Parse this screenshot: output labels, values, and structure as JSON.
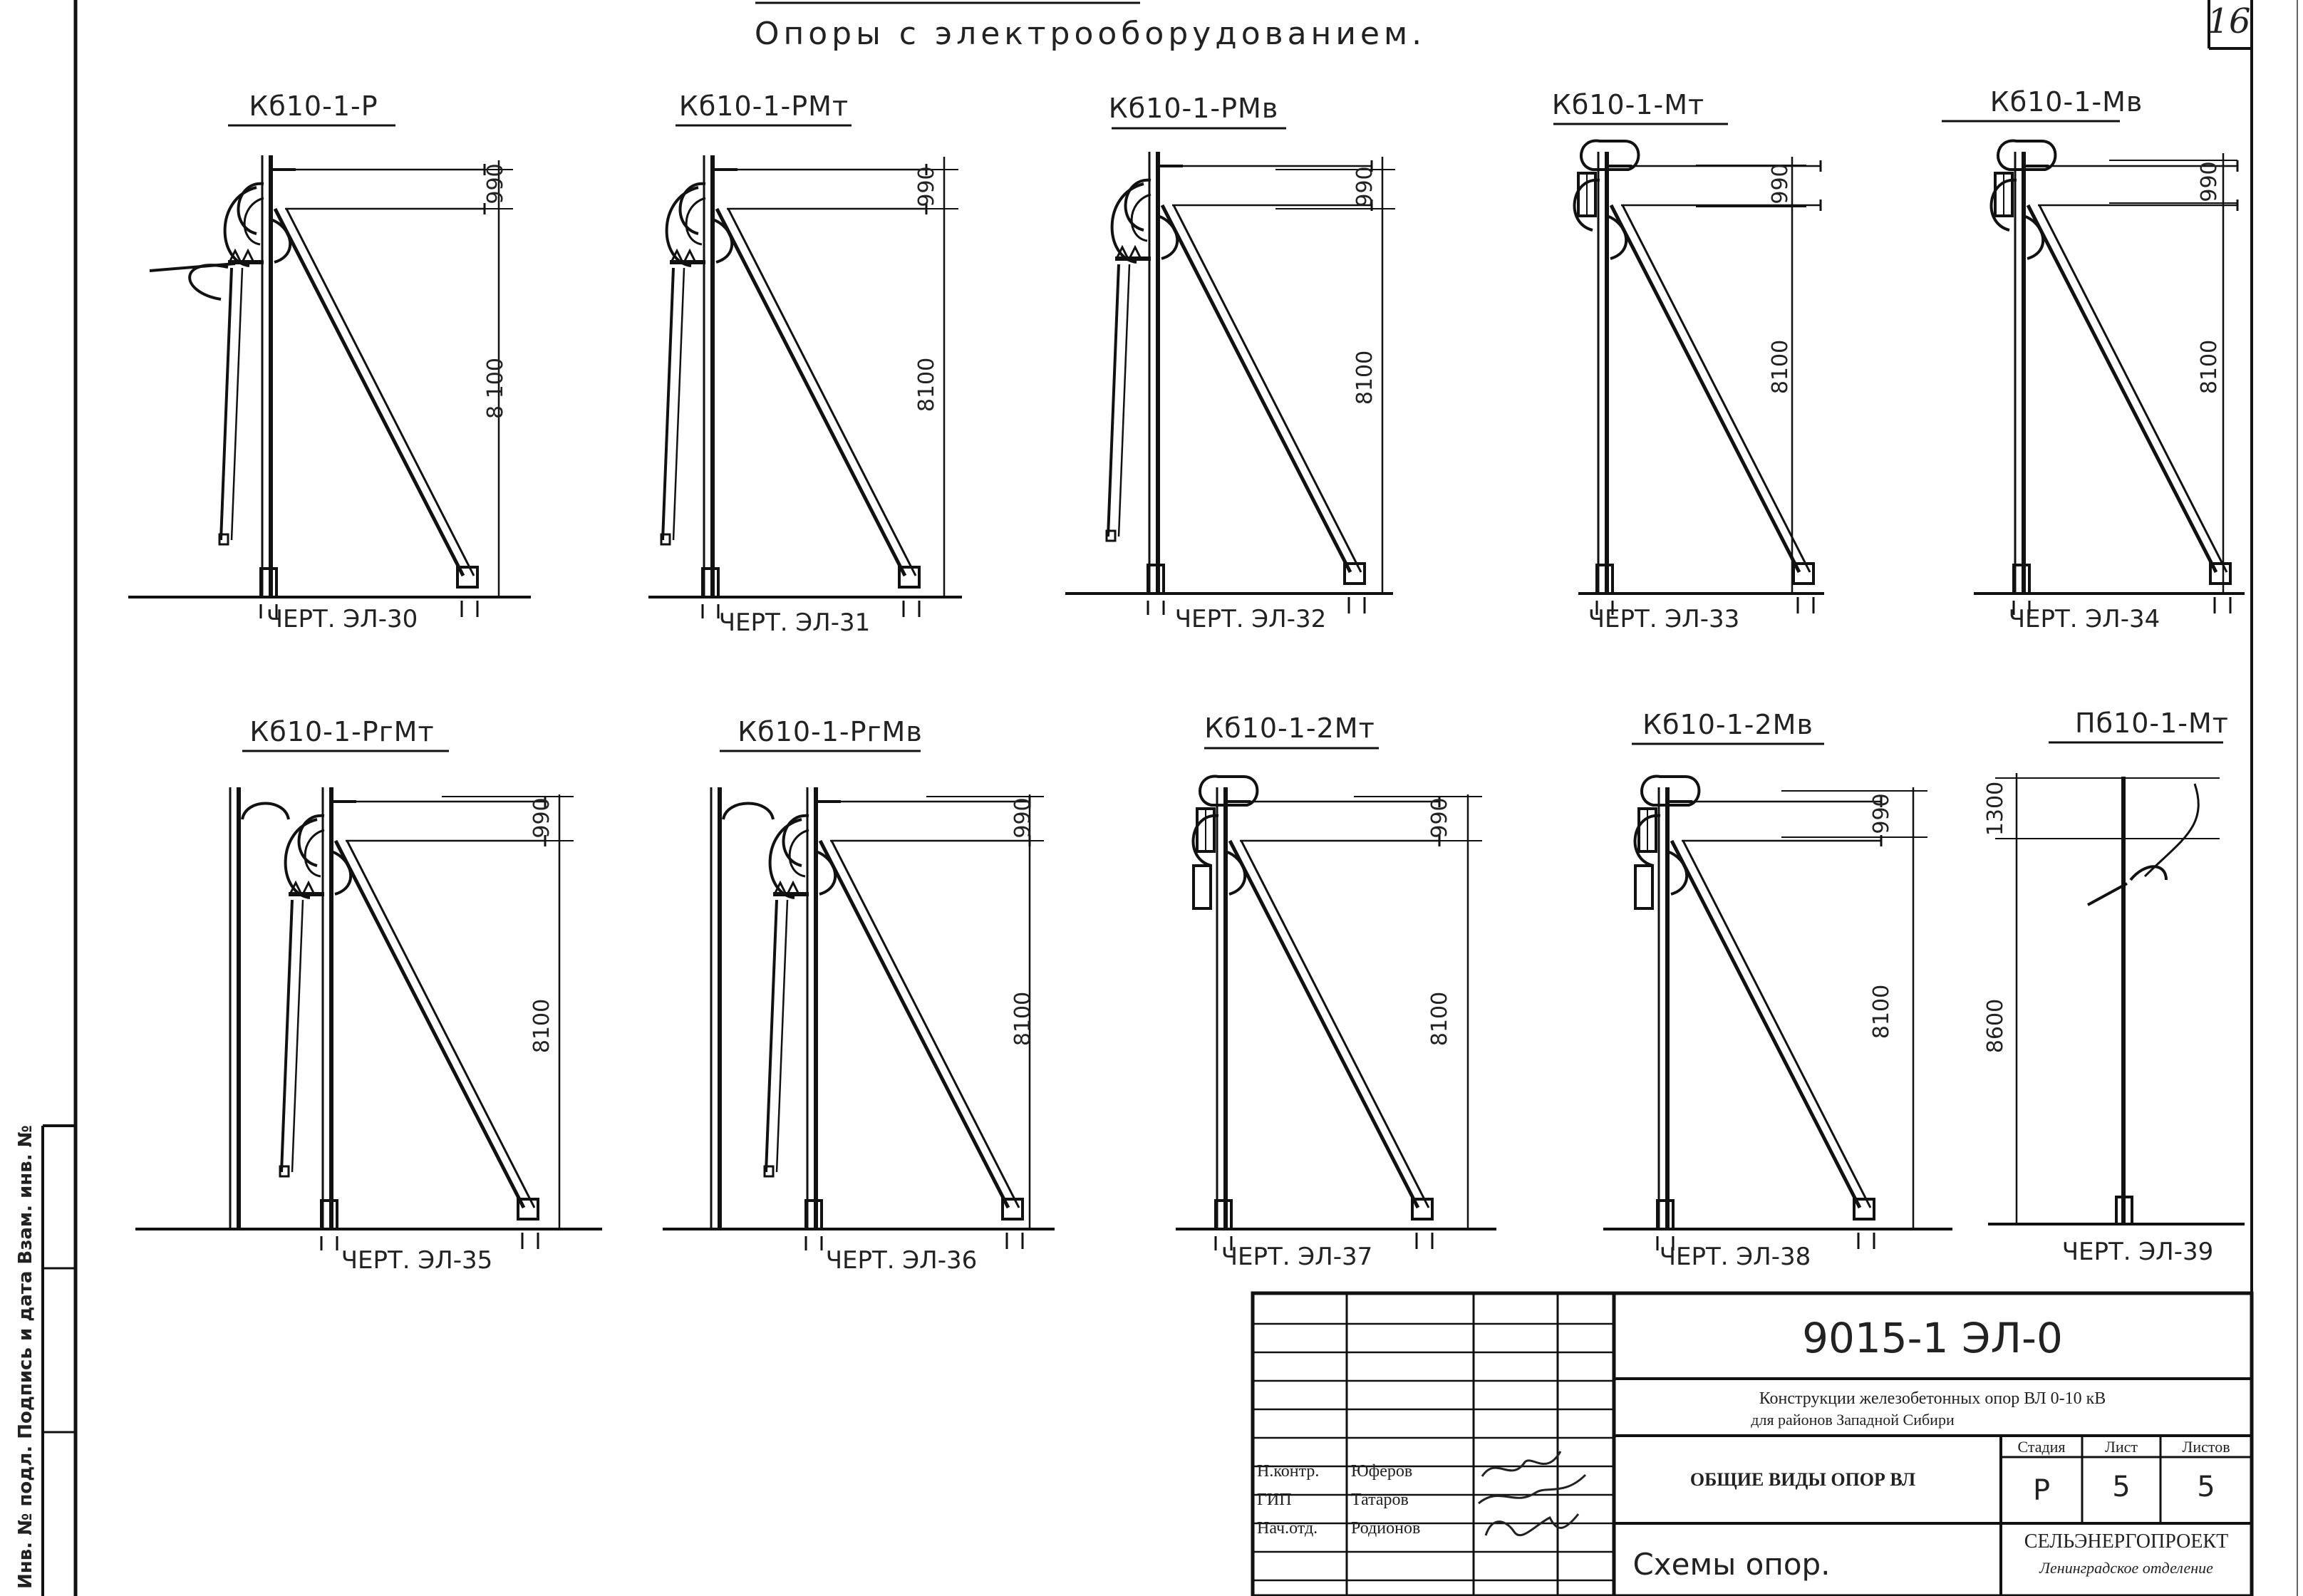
{
  "sheet": {
    "title": "Опоры с электрооборудованием.",
    "page_number": "16"
  },
  "poles": [
    {
      "type": "Кб10-1-Р",
      "drawing_ref": "ЧЕРТ. ЭЛ-30",
      "dim_top": "990",
      "dim_main": "8 100"
    },
    {
      "type": "Кб10-1-РМт",
      "drawing_ref": "ЧЕРТ. ЭЛ-31",
      "dim_top": "990",
      "dim_main": "8100"
    },
    {
      "type": "Кб10-1-РМв",
      "drawing_ref": "ЧЕРТ. ЭЛ-32",
      "dim_top": "990",
      "dim_main": "8100"
    },
    {
      "type": "Кб10-1-Мт",
      "drawing_ref": "ЧЕРТ. ЭЛ-33",
      "dim_top": "990",
      "dim_main": "8100"
    },
    {
      "type": "Кб10-1-Мв",
      "drawing_ref": "ЧЕРТ. ЭЛ-34",
      "dim_top": "990",
      "dim_main": "8100"
    },
    {
      "type": "Кб10-1-РгМт",
      "drawing_ref": "ЧЕРТ. ЭЛ-35",
      "dim_top": "990",
      "dim_main": "8100"
    },
    {
      "type": "Кб10-1-РгМв",
      "drawing_ref": "ЧЕРТ. ЭЛ-36",
      "dim_top": "990",
      "dim_main": "8100"
    },
    {
      "type": "Кб10-1-2Мт",
      "drawing_ref": "ЧЕРТ. ЭЛ-37",
      "dim_top": "990",
      "dim_main": "8100"
    },
    {
      "type": "Кб10-1-2Мв",
      "drawing_ref": "ЧЕРТ. ЭЛ-38",
      "dim_top": "990",
      "dim_main": "8100"
    },
    {
      "type": "Пб10-1-Мт",
      "drawing_ref": "ЧЕРТ. ЭЛ-39",
      "dim_top": "1300",
      "dim_main": "8600"
    }
  ],
  "title_block": {
    "document_code": "9015-1 ЭЛ-0",
    "project_title_line1": "Конструкции железобетонных опор ВЛ 0-10 кВ",
    "project_title_line2": "для районов Западной Сибири",
    "sheet_name": "ОБЩИЕ ВИДЫ ОПОР ВЛ",
    "sheet_subtitle": "Схемы опор.",
    "stage_header": "Стадия",
    "sheet_header": "Лист",
    "sheets_header": "Листов",
    "stage_value": "Р",
    "sheet_value": "5",
    "sheets_value": "5",
    "organization_line1": "СЕЛЬЭНЕРГОПРОЕКТ",
    "organization_line2": "Ленинградское отделение",
    "signatories": [
      {
        "role": "Н.контр.",
        "name": "Юферов"
      },
      {
        "role": "ГИП",
        "name": "Татаров"
      },
      {
        "role": "Нач.отд.",
        "name": "Родионов"
      }
    ]
  },
  "side_stamp": {
    "label": "Инв. № подл. Подпись и дата Взам. инв. №"
  }
}
